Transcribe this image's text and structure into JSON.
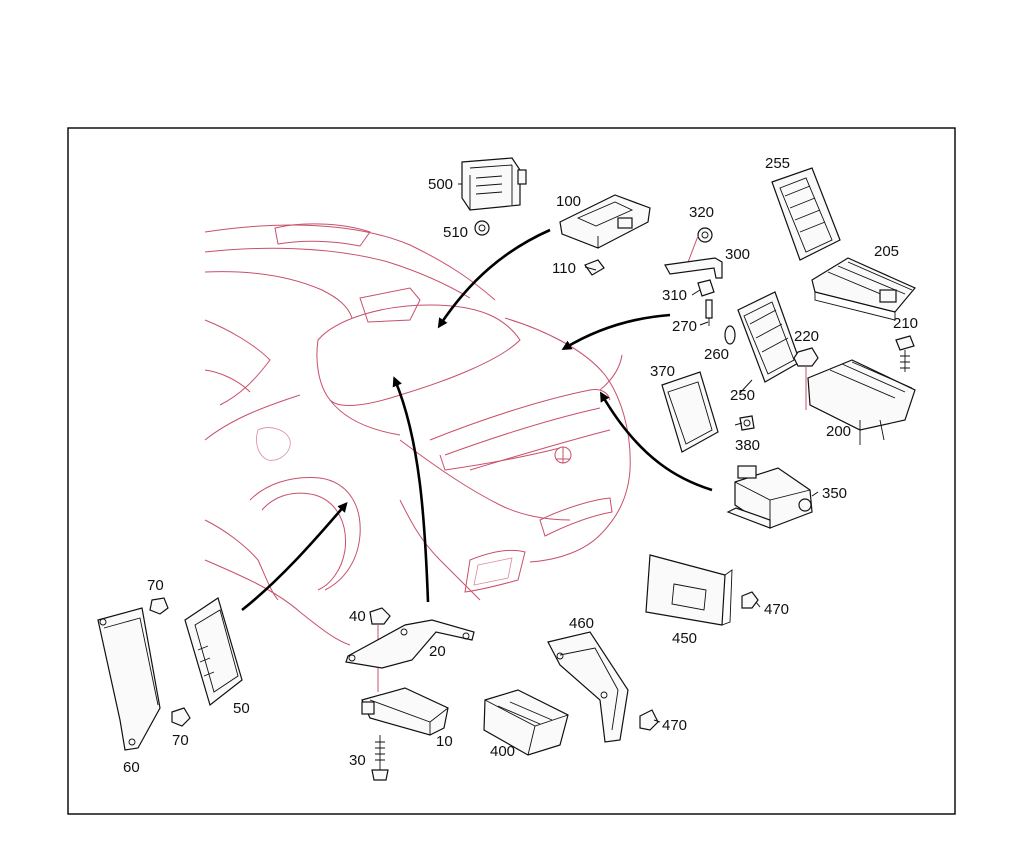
{
  "callouts": [
    {
      "id": "p10",
      "text": "10"
    },
    {
      "id": "p20",
      "text": "20"
    },
    {
      "id": "p30",
      "text": "30"
    },
    {
      "id": "p40",
      "text": "40"
    },
    {
      "id": "p50",
      "text": "50"
    },
    {
      "id": "p60",
      "text": "60"
    },
    {
      "id": "p70a",
      "text": "70"
    },
    {
      "id": "p70b",
      "text": "70"
    },
    {
      "id": "p100",
      "text": "100"
    },
    {
      "id": "p110",
      "text": "110"
    },
    {
      "id": "p200",
      "text": "200"
    },
    {
      "id": "p205",
      "text": "205"
    },
    {
      "id": "p210",
      "text": "210"
    },
    {
      "id": "p220",
      "text": "220"
    },
    {
      "id": "p250",
      "text": "250"
    },
    {
      "id": "p255",
      "text": "255"
    },
    {
      "id": "p260",
      "text": "260"
    },
    {
      "id": "p270",
      "text": "270"
    },
    {
      "id": "p300",
      "text": "300"
    },
    {
      "id": "p310",
      "text": "310"
    },
    {
      "id": "p320",
      "text": "320"
    },
    {
      "id": "p350",
      "text": "350"
    },
    {
      "id": "p370",
      "text": "370"
    },
    {
      "id": "p380",
      "text": "380"
    },
    {
      "id": "p400",
      "text": "400"
    },
    {
      "id": "p450",
      "text": "450"
    },
    {
      "id": "p460",
      "text": "460"
    },
    {
      "id": "p470a",
      "text": "470"
    },
    {
      "id": "p470b",
      "text": "470"
    },
    {
      "id": "p500",
      "text": "500"
    },
    {
      "id": "p510",
      "text": "510"
    }
  ],
  "colors": {
    "vehicle_outline": "#c8506a",
    "parts": "#111111",
    "frame": "#000000",
    "background": "#ffffff"
  }
}
